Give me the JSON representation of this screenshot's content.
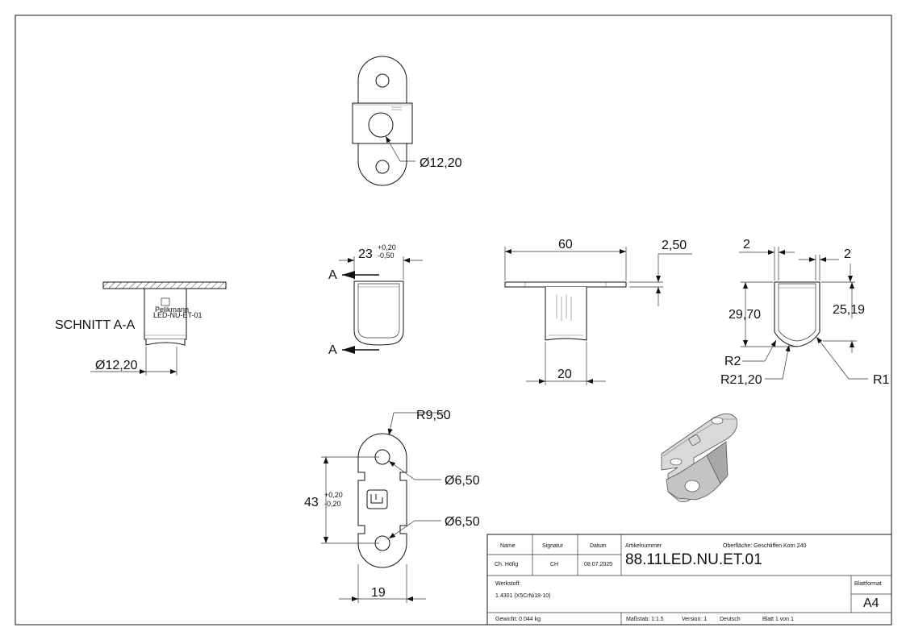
{
  "views": {
    "top": {
      "diameter": "Ø12,20"
    },
    "section": {
      "label": "SCHNITT A-A",
      "diameter": "Ø12,20",
      "logo_text_1": "Pelikmann",
      "logo_text_2": "LED-NU-ET-01"
    },
    "side": {
      "width_main": "23",
      "tol_plus": "+0,20",
      "tol_minus": "-0,50",
      "cut_letter_top": "A",
      "cut_letter_bottom": "A"
    },
    "front": {
      "length": "60",
      "thickness": "2,50",
      "bottom": "20"
    },
    "right": {
      "d_left": "2",
      "d_right": "2",
      "h_left": "29,70",
      "h_right": "25,19",
      "r2": "R2",
      "r21": "R21,20",
      "r1": "R1"
    },
    "plan": {
      "r": "R9,50",
      "hole1": "Ø6,50",
      "hole2": "Ø6,50",
      "height": "43",
      "tol_plus": "+0,20",
      "tol_minus": "-0,20",
      "width": "19"
    }
  },
  "titleblock": {
    "h_name": "Name",
    "h_sig": "Signatur",
    "h_date": "Datum",
    "name": "Ch. Höfig",
    "sig": "CH",
    "date": "08.07.2025",
    "h_article": "Artikelnummer",
    "surface": "Oberfläche:  Geschliffen Korn 240",
    "article": "88.11LED.NU.ET.01",
    "h_material": "Werkstoff:",
    "material": "1.4301 (X5CrNi18-10)",
    "h_format": "Blattformat",
    "format": "A4",
    "weight": "Gewicht: 0.044 kg",
    "scale": "Maßstab: 1:1.5",
    "version": "Version: 1",
    "lang": "Deutsch",
    "sheet": "Blatt 1 von 1"
  }
}
